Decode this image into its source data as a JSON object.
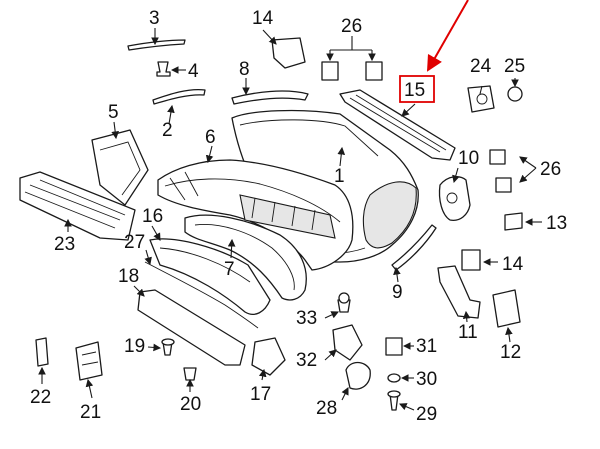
{
  "diagram": {
    "highlight_color": "#e00000",
    "line_color": "#1a1a1a",
    "callouts": {
      "c1": "1",
      "c2": "2",
      "c3": "3",
      "c4": "4",
      "c5": "5",
      "c6": "6",
      "c7": "7",
      "c8": "8",
      "c9": "9",
      "c10": "10",
      "c11": "11",
      "c12": "12",
      "c13": "13",
      "c14a": "14",
      "c14b": "14",
      "c15": "15",
      "c16": "16",
      "c17": "17",
      "c18": "18",
      "c19": "19",
      "c20": "20",
      "c21": "21",
      "c22": "22",
      "c23": "23",
      "c24": "24",
      "c25": "25",
      "c26a": "26",
      "c26b": "26",
      "c27": "27",
      "c28": "28",
      "c29": "29",
      "c30": "30",
      "c31": "31",
      "c32": "32",
      "c33": "33"
    },
    "highlighted_callout": "15"
  }
}
